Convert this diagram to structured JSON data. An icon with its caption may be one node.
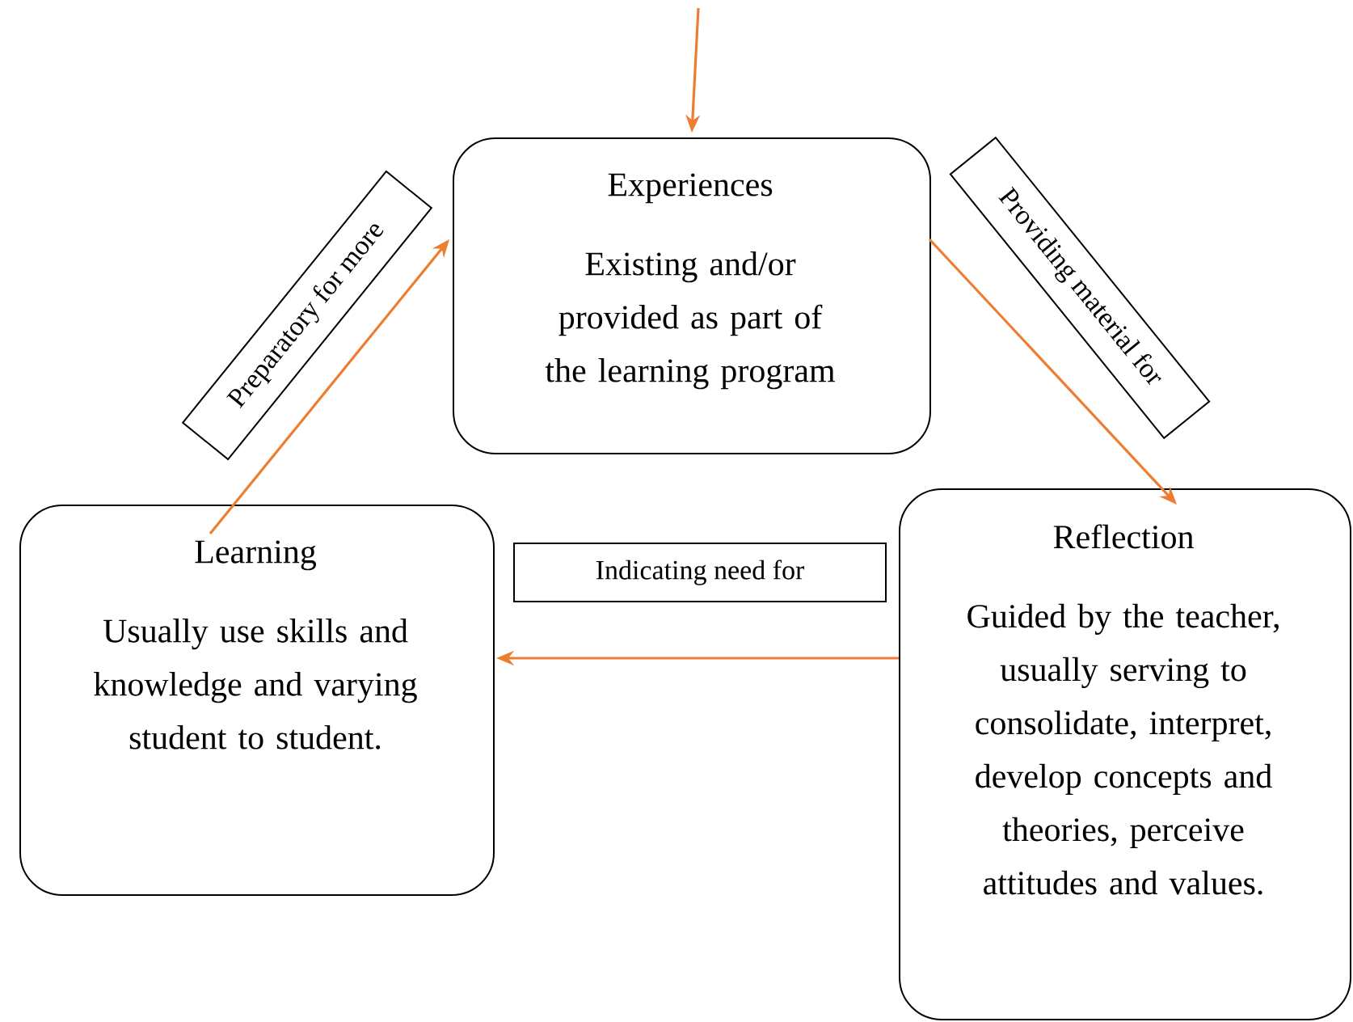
{
  "diagram": {
    "nodes": [
      {
        "text": [
          "Experiences",
          "Existing and/or provided as part of the learning program"
        ]
      },
      {
        "text": [
          "Learning",
          "Usually use skills and knowledge and varying student to student."
        ]
      },
      {
        "text": [
          "Reflection",
          "Guided by the teacher, usually serving to consolidate, interpret, develop concepts and theories, perceive attitudes and values."
        ]
      }
    ],
    "edges": [
      {
        "from": null,
        "to": 0,
        "arrow": "to"
      },
      {
        "from": 1,
        "to": 0,
        "arrow": "to",
        "label": "Preparatory for more"
      },
      {
        "from": 0,
        "to": 2,
        "arrow": "to",
        "label": "Providing material for"
      },
      {
        "from": 2,
        "to": 1,
        "arrow": "to",
        "label": "Indicating need for"
      }
    ]
  }
}
